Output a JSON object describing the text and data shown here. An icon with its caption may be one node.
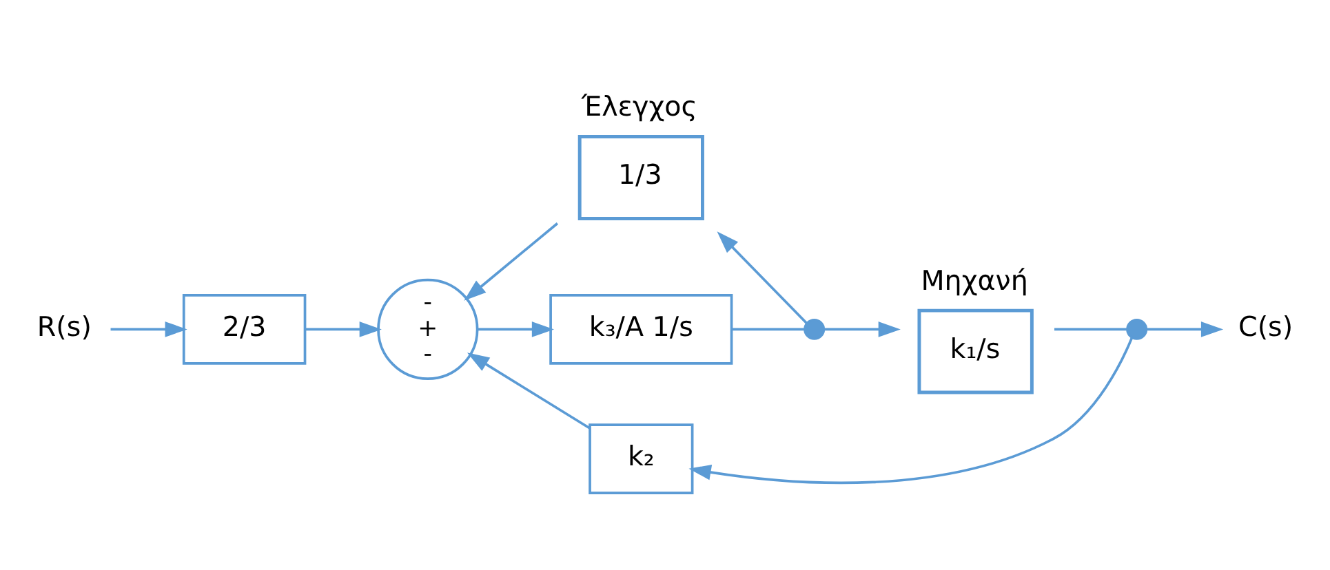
{
  "diagram": {
    "nodes": [
      {
        "text": [
          "R(s)"
        ]
      },
      {
        "text": [
          "2/3"
        ]
      },
      {
        "text": [
          "-",
          "+",
          "-"
        ]
      },
      {
        "text": [
          "k₃/A 1/s"
        ]
      },
      {
        "text": [],
        "shape": "circle"
      },
      {
        "text": [
          "k₁/s"
        ],
        "beside": [
          "Μηχανή"
        ]
      },
      {
        "text": [],
        "shape": "circle"
      },
      {
        "text": [
          "C(s)"
        ]
      },
      {
        "text": [
          "1/3"
        ],
        "beside": [
          "Έλεγχος"
        ]
      },
      {
        "text": [
          "k₂"
        ]
      }
    ],
    "edges": [
      {
        "from": 0,
        "to": 1,
        "arrow": "to"
      },
      {
        "from": 1,
        "to": 2,
        "arrow": "to"
      },
      {
        "from": 2,
        "to": 3,
        "arrow": "to"
      },
      {
        "from": 3,
        "to": 4,
        "arrow": "none"
      },
      {
        "from": 4,
        "to": 5,
        "arrow": "to"
      },
      {
        "from": 5,
        "to": 6,
        "arrow": "none"
      },
      {
        "from": 6,
        "to": 7,
        "arrow": "to"
      },
      {
        "from": 4,
        "to": 8,
        "arrow": "to"
      },
      {
        "from": 8,
        "to": 2,
        "arrow": "to"
      },
      {
        "from": 6,
        "to": 9,
        "arrow": "to"
      },
      {
        "from": 9,
        "to": 2,
        "arrow": "to"
      }
    ]
  }
}
